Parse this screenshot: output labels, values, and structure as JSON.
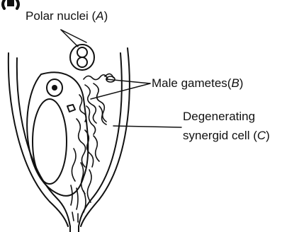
{
  "panel": {
    "letter_fragment": "(C)"
  },
  "labels": {
    "polar_nuclei": {
      "text": "Polar nuclei (",
      "tag": "A",
      "close": ")"
    },
    "male_gametes": {
      "text": "Male gametes(",
      "tag": "B",
      "close": ")"
    },
    "degenerating_line1": {
      "text": "Degenerating"
    },
    "degenerating_line2": {
      "text": "synergid cell (",
      "tag": "C",
      "close": ")"
    }
  },
  "colors": {
    "ink": "#111111",
    "background": "#ffffff"
  }
}
